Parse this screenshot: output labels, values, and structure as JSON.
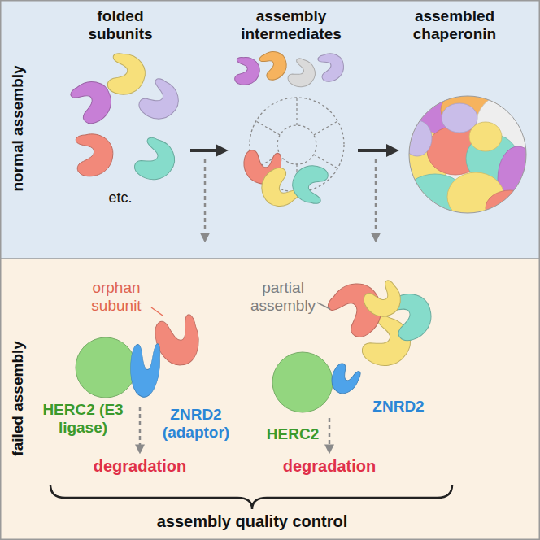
{
  "diagram": {
    "nodes": [
      {
        "text": [
          "normal assembly"
        ]
      },
      {
        "text": [
          "failed assembly"
        ]
      },
      {
        "text": [
          "folded subunits",
          "etc."
        ],
        "in": 0
      },
      {
        "text": [
          "assembly intermediates"
        ],
        "in": 0
      },
      {
        "text": [
          "assembled chaperonin"
        ],
        "in": 0
      },
      {
        "text": [
          "orphan subunit",
          "HERC2 (E3 ligase)",
          "ZNRD2 (adaptor)"
        ],
        "in": 1
      },
      {
        "text": [
          "partial assembly",
          "HERC2",
          "ZNRD2"
        ],
        "in": 1
      }
    ],
    "edges": [
      {
        "from": 2,
        "to": 3,
        "arrow": "to"
      },
      {
        "from": 3,
        "to": 4,
        "arrow": "to"
      }
    ],
    "labels": [
      "degradation",
      "degradation",
      "assembly quality control"
    ]
  }
}
